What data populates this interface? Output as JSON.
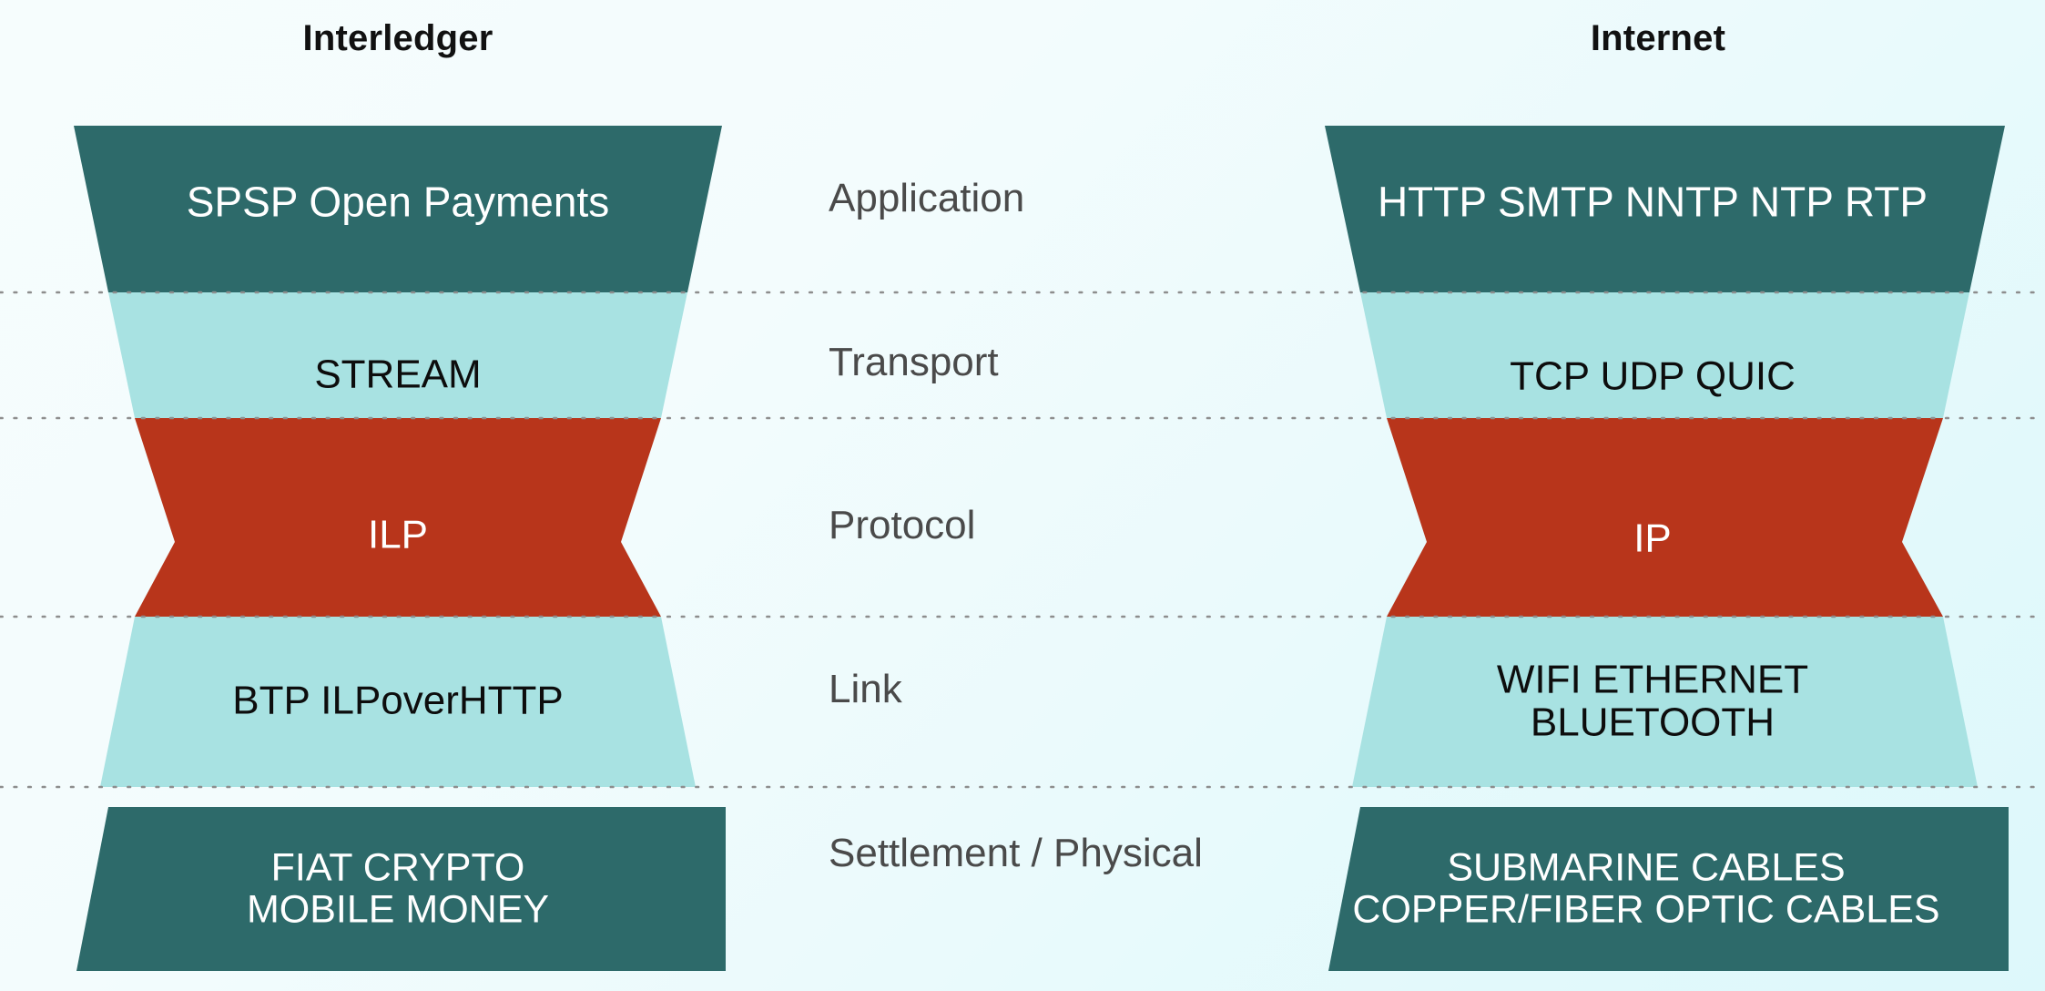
{
  "columns": {
    "left_title": "Interledger",
    "right_title": "Internet"
  },
  "middle_labels": [
    "Application",
    "Transport",
    "Protocol",
    "Link",
    "Settlement / Physical"
  ],
  "layers": [
    {
      "name": "application",
      "middle_label": "Application",
      "color": "#2d6a6a",
      "text_color": "#ffffff",
      "left": {
        "lines": [
          "SPSP   Open Payments"
        ]
      },
      "right": {
        "lines": [
          "HTTP  SMTP  NNTP  NTP  RTP"
        ]
      }
    },
    {
      "name": "transport",
      "middle_label": "Transport",
      "color": "#a8e2e2",
      "text_color": "#0d0d0d",
      "left": {
        "lines": [
          "STREAM"
        ]
      },
      "right": {
        "lines": [
          "TCP  UDP  QUIC"
        ]
      }
    },
    {
      "name": "protocol",
      "middle_label": "Protocol",
      "color": "#b8351b",
      "text_color": "#ffffff",
      "left": {
        "lines": [
          "ILP"
        ]
      },
      "right": {
        "lines": [
          "IP"
        ]
      }
    },
    {
      "name": "link",
      "middle_label": "Link",
      "color": "#a8e2e2",
      "text_color": "#0d0d0d",
      "left": {
        "lines": [
          "BTP  ILPoverHTTP"
        ]
      },
      "right": {
        "lines": [
          "WIFI   ETHERNET",
          "BLUETOOTH"
        ]
      }
    },
    {
      "name": "settlement-physical",
      "middle_label": "Settlement / Physical",
      "color": "#2d6a6a",
      "text_color": "#ffffff",
      "left": {
        "lines": [
          "FIAT   CRYPTO",
          "MOBILE MONEY"
        ]
      },
      "right": {
        "lines": [
          "SUBMARINE CABLES",
          "COPPER/FIBER OPTIC CABLES"
        ]
      }
    }
  ],
  "palette": {
    "dark_teal": "#2d6a6a",
    "light_cyan": "#a8e2e2",
    "accent_red": "#b8351b",
    "divider": "#8d8d8d",
    "label_text": "#4a4a4a",
    "title_text": "#111111",
    "background_start": "#f7fdfd",
    "background_end": "#ddf8fb"
  },
  "dividers": {
    "count": 5,
    "style": "dotted",
    "y_positions": [
      321,
      459,
      611,
      749,
      864
    ]
  }
}
